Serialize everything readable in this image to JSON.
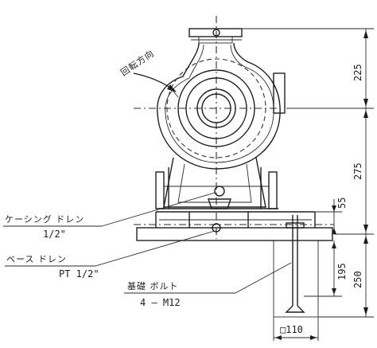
{
  "labels": {
    "rotation_direction": "回転方向",
    "casing_drain_title": "ケーシング ドレン",
    "casing_drain_size": "1/2\"",
    "base_drain_title": "ベース ドレン",
    "base_drain_size": "PT 1/2\"",
    "anchor_bolt_title": "基礎 ボルト",
    "anchor_bolt_spec": "4 — M12"
  },
  "dimensions": {
    "d225": "225",
    "d275": "275",
    "d250": "250",
    "d55": "55",
    "d195": "195",
    "d110": "□110"
  }
}
